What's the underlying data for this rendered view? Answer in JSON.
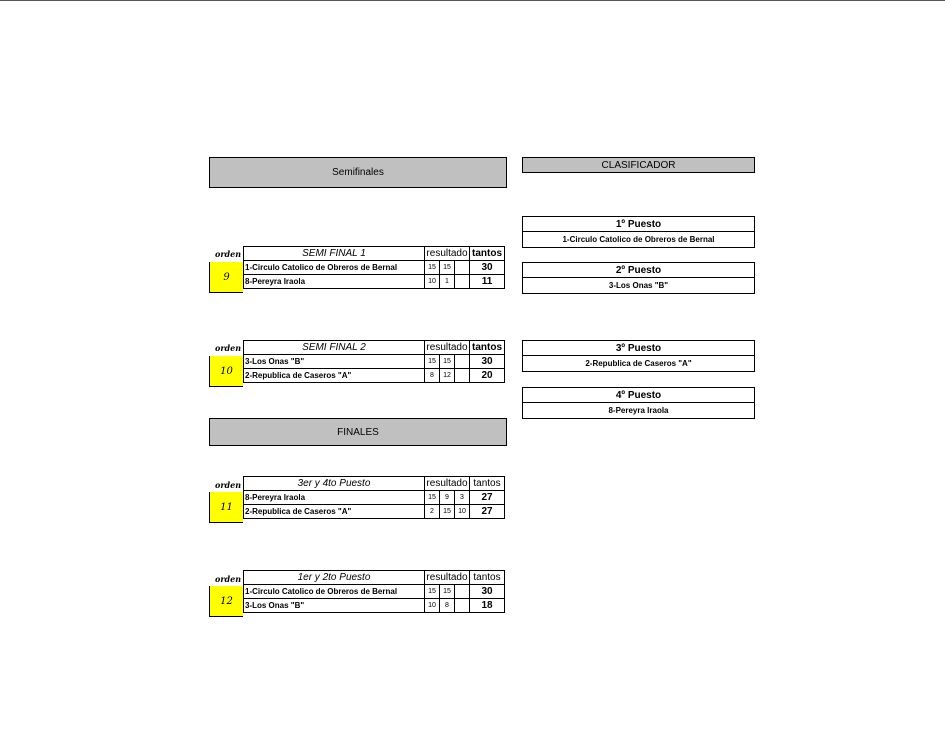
{
  "headers": {
    "semifinales": "Semifinales",
    "clasificador": "CLASIFICADOR",
    "finales": "FINALES"
  },
  "orden_label": "orden",
  "results_label": "resultado",
  "tantos_label": "tantos",
  "matches": [
    {
      "number": "9",
      "title": "SEMI FINAL 1",
      "rows": [
        {
          "team": "1-Circulo Catolico de Obreros de Bernal",
          "s1": "15",
          "s2": "15",
          "s3": "",
          "tantos": "30"
        },
        {
          "team": "8-Pereyra Iraola",
          "s1": "10",
          "s2": "1",
          "s3": "",
          "tantos": "11"
        }
      ]
    },
    {
      "number": "10",
      "title": "SEMI FINAL 2",
      "rows": [
        {
          "team": "3-Los Onas \"B\"",
          "s1": "15",
          "s2": "15",
          "s3": "",
          "tantos": "30"
        },
        {
          "team": "2-Republica  de Caseros \"A\"",
          "s1": "8",
          "s2": "12",
          "s3": "",
          "tantos": "20"
        }
      ]
    },
    {
      "number": "11",
      "title": "3er y 4to Puesto",
      "rows": [
        {
          "team": "8-Pereyra Iraola",
          "s1": "15",
          "s2": "9",
          "s3": "3",
          "tantos": "27"
        },
        {
          "team": "2-Republica  de Caseros \"A\"",
          "s1": "2",
          "s2": "15",
          "s3": "10",
          "tantos": "27"
        }
      ]
    },
    {
      "number": "12",
      "title": "1er y 2to Puesto",
      "rows": [
        {
          "team": "1-Circulo Catolico de Obreros de Bernal",
          "s1": "15",
          "s2": "15",
          "s3": "",
          "tantos": "30"
        },
        {
          "team": "3-Los Onas \"B\"",
          "s1": "10",
          "s2": "8",
          "s3": "",
          "tantos": "18"
        }
      ]
    }
  ],
  "standings": [
    {
      "place": "1º Puesto",
      "team": "1-Circulo Catolico de Obreros de Bernal"
    },
    {
      "place": "2º Puesto",
      "team": "3-Los Onas \"B\""
    },
    {
      "place": "3º Puesto",
      "team": "2-Republica  de Caseros \"A\""
    },
    {
      "place": "4º Puesto",
      "team": "8-Pereyra Iraola"
    }
  ],
  "colors": {
    "header_bg": "#c0c0c0",
    "orden_bg": "#ffff00"
  }
}
